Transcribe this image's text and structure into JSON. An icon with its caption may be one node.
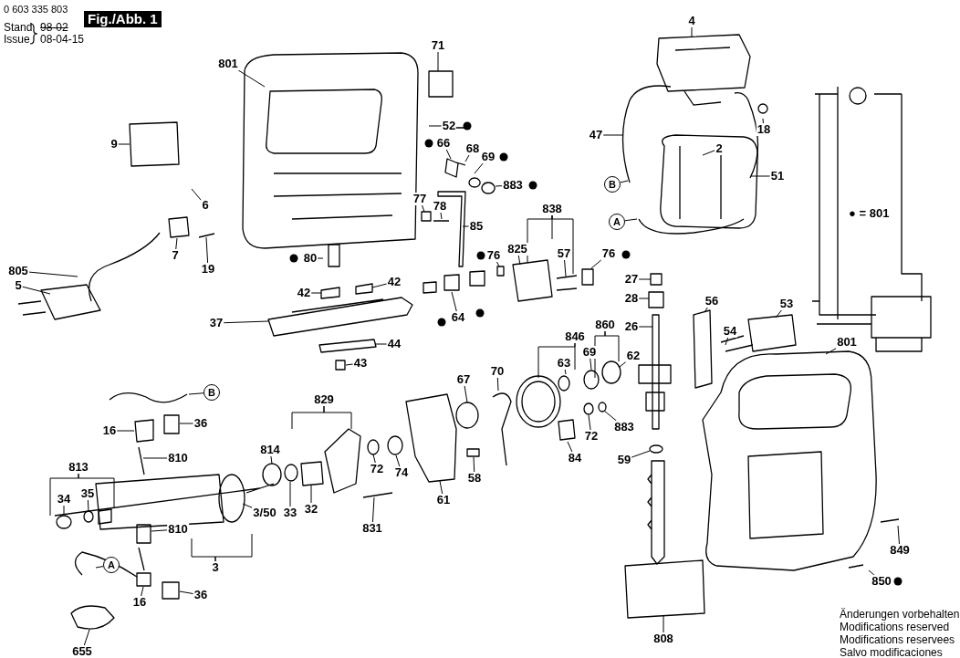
{
  "diagram": {
    "nodes": [
      {
        "text": [
          "801"
        ]
      },
      {
        "text": [
          "71"
        ]
      },
      {
        "text": [
          "9"
        ]
      },
      {
        "text": [
          "52"
        ]
      },
      {
        "text": [
          "66"
        ]
      },
      {
        "text": [
          "68"
        ]
      },
      {
        "text": [
          "69"
        ]
      },
      {
        "text": [
          "883"
        ]
      },
      {
        "text": [
          "6"
        ]
      },
      {
        "text": [
          "77"
        ]
      },
      {
        "text": [
          "78"
        ]
      },
      {
        "text": [
          "85"
        ]
      },
      {
        "text": [
          "838"
        ]
      },
      {
        "text": [
          "825"
        ]
      },
      {
        "text": [
          "57"
        ]
      },
      {
        "text": [
          "76"
        ]
      },
      {
        "text": [
          "76"
        ]
      },
      {
        "text": [
          "7"
        ]
      },
      {
        "text": [
          "19"
        ]
      },
      {
        "text": [
          "80"
        ]
      },
      {
        "text": [
          "805"
        ]
      },
      {
        "text": [
          "5"
        ]
      },
      {
        "text": [
          "42"
        ]
      },
      {
        "text": [
          "42"
        ]
      },
      {
        "text": [
          "64"
        ]
      },
      {
        "text": [
          "37"
        ]
      },
      {
        "text": [
          "44"
        ]
      },
      {
        "text": [
          "43"
        ]
      },
      {
        "text": [
          "4"
        ]
      },
      {
        "text": [
          "47"
        ]
      },
      {
        "text": [
          "18"
        ]
      },
      {
        "text": [
          "2"
        ]
      },
      {
        "text": [
          "51"
        ]
      },
      {
        "text": [
          "B"
        ]
      },
      {
        "text": [
          "A"
        ]
      },
      {
        "text": [
          "27"
        ]
      },
      {
        "text": [
          "28"
        ]
      },
      {
        "text": [
          "26"
        ]
      },
      {
        "text": [
          "56"
        ]
      },
      {
        "text": [
          "54"
        ]
      },
      {
        "text": [
          "53"
        ]
      },
      {
        "text": [
          "801"
        ]
      },
      {
        "text": [
          "846"
        ]
      },
      {
        "text": [
          "860"
        ]
      },
      {
        "text": [
          "63"
        ]
      },
      {
        "text": [
          "69"
        ]
      },
      {
        "text": [
          "62"
        ]
      },
      {
        "text": [
          "67"
        ]
      },
      {
        "text": [
          "70"
        ]
      },
      {
        "text": [
          "B"
        ]
      },
      {
        "text": [
          "829"
        ]
      },
      {
        "text": [
          "36"
        ]
      },
      {
        "text": [
          "16"
        ]
      },
      {
        "text": [
          "883"
        ]
      },
      {
        "text": [
          "72"
        ]
      },
      {
        "text": [
          "84"
        ]
      },
      {
        "text": [
          "814"
        ]
      },
      {
        "text": [
          "810"
        ]
      },
      {
        "text": [
          "59"
        ]
      },
      {
        "text": [
          "72"
        ]
      },
      {
        "text": [
          "74"
        ]
      },
      {
        "text": [
          "813"
        ]
      },
      {
        "text": [
          "58"
        ]
      },
      {
        "text": [
          "61"
        ]
      },
      {
        "text": [
          "34"
        ]
      },
      {
        "text": [
          "35"
        ]
      },
      {
        "text": [
          "32"
        ]
      },
      {
        "text": [
          "33"
        ]
      },
      {
        "text": [
          "3/50"
        ]
      },
      {
        "text": [
          "810"
        ]
      },
      {
        "text": [
          "831"
        ]
      },
      {
        "text": [
          "849"
        ]
      },
      {
        "text": [
          "A"
        ]
      },
      {
        "text": [
          "3"
        ]
      },
      {
        "text": [
          "850"
        ]
      },
      {
        "text": [
          "16"
        ]
      },
      {
        "text": [
          "36"
        ]
      },
      {
        "text": [
          "808"
        ]
      },
      {
        "text": [
          "655"
        ]
      }
    ],
    "edges": [
      {
        "from": 0,
        "to": null,
        "arrow": "none"
      },
      {
        "from": 1,
        "to": null,
        "arrow": "none"
      },
      {
        "from": 2,
        "to": null,
        "arrow": "none"
      },
      {
        "from": 3,
        "to": null,
        "arrow": "none"
      },
      {
        "from": 4,
        "to": null,
        "arrow": "none"
      },
      {
        "from": 5,
        "to": null,
        "arrow": "none"
      },
      {
        "from": 6,
        "to": null,
        "arrow": "none"
      },
      {
        "from": 7,
        "to": null,
        "arrow": "none"
      },
      {
        "from": 8,
        "to": null,
        "arrow": "none"
      },
      {
        "from": 9,
        "to": null,
        "arrow": "none"
      },
      {
        "from": 10,
        "to": null,
        "arrow": "none"
      },
      {
        "from": 11,
        "to": null,
        "arrow": "none"
      },
      {
        "from": 12,
        "to": null,
        "arrow": "none"
      },
      {
        "from": 13,
        "to": null,
        "arrow": "none"
      },
      {
        "from": 14,
        "to": null,
        "arrow": "none"
      },
      {
        "from": 15,
        "to": null,
        "arrow": "none"
      },
      {
        "from": 16,
        "to": null,
        "arrow": "none"
      },
      {
        "from": 17,
        "to": null,
        "arrow": "none"
      },
      {
        "from": 18,
        "to": null,
        "arrow": "none"
      },
      {
        "from": 19,
        "to": null,
        "arrow": "none"
      },
      {
        "from": 20,
        "to": null,
        "arrow": "none"
      },
      {
        "from": 21,
        "to": null,
        "arrow": "none"
      },
      {
        "from": 22,
        "to": null,
        "arrow": "none"
      },
      {
        "from": 23,
        "to": null,
        "arrow": "none"
      },
      {
        "from": 24,
        "to": null,
        "arrow": "none"
      },
      {
        "from": 25,
        "to": null,
        "arrow": "none"
      },
      {
        "from": 26,
        "to": null,
        "arrow": "none"
      },
      {
        "from": 27,
        "to": null,
        "arrow": "none"
      },
      {
        "from": 28,
        "to": null,
        "arrow": "none"
      },
      {
        "from": 29,
        "to": null,
        "arrow": "none"
      },
      {
        "from": 30,
        "to": null,
        "arrow": "none"
      },
      {
        "from": 31,
        "to": null,
        "arrow": "none"
      },
      {
        "from": 32,
        "to": null,
        "arrow": "none"
      },
      {
        "from": 33,
        "to": null,
        "arrow": "none"
      },
      {
        "from": 34,
        "to": null,
        "arrow": "none"
      },
      {
        "from": 35,
        "to": null,
        "arrow": "none"
      },
      {
        "from": 36,
        "to": null,
        "arrow": "none"
      },
      {
        "from": 37,
        "to": null,
        "arrow": "none"
      },
      {
        "from": 38,
        "to": null,
        "arrow": "none"
      },
      {
        "from": 39,
        "to": null,
        "arrow": "none"
      },
      {
        "from": 40,
        "to": null,
        "arrow": "none"
      },
      {
        "from": 41,
        "to": null,
        "arrow": "none"
      },
      {
        "from": 42,
        "to": null,
        "arrow": "none"
      },
      {
        "from": 43,
        "to": null,
        "arrow": "none"
      },
      {
        "from": 44,
        "to": null,
        "arrow": "none"
      },
      {
        "from": 45,
        "to": null,
        "arrow": "none"
      },
      {
        "from": 46,
        "to": null,
        "arrow": "none"
      },
      {
        "from": 47,
        "to": null,
        "arrow": "none"
      },
      {
        "from": 48,
        "to": null,
        "arrow": "none"
      },
      {
        "from": 49,
        "to": null,
        "arrow": "none"
      },
      {
        "from": 50,
        "to": null,
        "arrow": "none"
      },
      {
        "from": 51,
        "to": null,
        "arrow": "none"
      },
      {
        "from": 52,
        "to": null,
        "arrow": "none"
      },
      {
        "from": 53,
        "to": null,
        "arrow": "none"
      },
      {
        "from": 54,
        "to": null,
        "arrow": "none"
      },
      {
        "from": 55,
        "to": null,
        "arrow": "none"
      },
      {
        "from": 56,
        "to": null,
        "arrow": "none"
      },
      {
        "from": 57,
        "to": null,
        "arrow": "none"
      },
      {
        "from": 58,
        "to": null,
        "arrow": "none"
      },
      {
        "from": 59,
        "to": null,
        "arrow": "none"
      },
      {
        "from": 60,
        "to": null,
        "arrow": "none"
      },
      {
        "from": 61,
        "to": null,
        "arrow": "none"
      },
      {
        "from": 62,
        "to": null,
        "arrow": "none"
      },
      {
        "from": 63,
        "to": null,
        "arrow": "none"
      },
      {
        "from": 64,
        "to": null,
        "arrow": "none"
      },
      {
        "from": 65,
        "to": null,
        "arrow": "none"
      },
      {
        "from": 66,
        "to": null,
        "arrow": "none"
      },
      {
        "from": 67,
        "to": null,
        "arrow": "none"
      },
      {
        "from": 68,
        "to": null,
        "arrow": "none"
      },
      {
        "from": 69,
        "to": null,
        "arrow": "none"
      },
      {
        "from": 70,
        "to": null,
        "arrow": "none"
      },
      {
        "from": 71,
        "to": null,
        "arrow": "none"
      },
      {
        "from": 72,
        "to": null,
        "arrow": "none"
      },
      {
        "from": 73,
        "to": null,
        "arrow": "none"
      },
      {
        "from": 74,
        "to": null,
        "arrow": "none"
      },
      {
        "from": 75,
        "to": null,
        "arrow": "none"
      },
      {
        "from": 76,
        "to": null,
        "arrow": "none"
      },
      {
        "from": 77,
        "to": null,
        "arrow": "none"
      },
      {
        "from": 78,
        "to": null,
        "arrow": "none"
      }
    ],
    "labels": [
      "0 603 335 803",
      "Stand",
      "98-02",
      "Issue",
      "08-04-15",
      "Fig./Abb. 1",
      "● = 801",
      "Änderungen vorbehalten",
      "Modifications reserved",
      "Modifications reservees",
      "Salvo modificaciones"
    ]
  }
}
